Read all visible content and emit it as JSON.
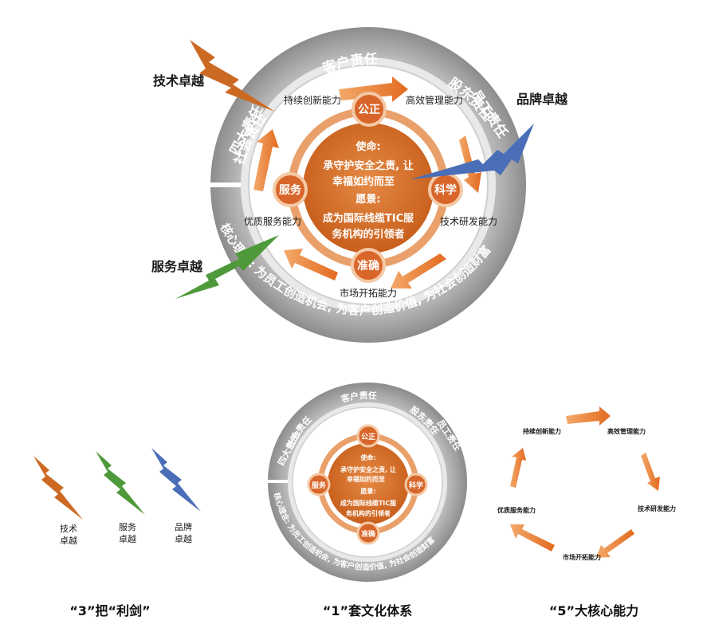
{
  "main_diagram": {
    "outer_ring_top": [
      "社会责任",
      "客户责任",
      "股东责任"
    ],
    "outer_ring_left": "四大责任:",
    "outer_ring_right": "员工责任",
    "outer_ring_bottom": "核心理念: 为员工创造机会, 为客户创造价值, 为社会创造财富",
    "nodes": {
      "top": "公正",
      "right": "科学",
      "bottom": "准确",
      "left": "服务"
    },
    "capabilities": {
      "top_left": "持续创新能力",
      "top_right": "高效管理能力",
      "right": "技术研发能力",
      "bottom": "市场开拓能力",
      "left": "优质服务能力"
    },
    "center": {
      "mission_title": "使命:",
      "mission_line1": "承守护安全之责, 让",
      "mission_line2": "幸福如约而至",
      "vision_title": "愿景:",
      "vision_line1": "成为国际线缆TIC服",
      "vision_line2": "务机构的引领者"
    },
    "swords": {
      "tech": "技术卓越",
      "brand": "品牌卓越",
      "service": "服务卓越"
    }
  },
  "bottom_left": {
    "items": [
      {
        "line1": "技术",
        "line2": "卓越"
      },
      {
        "line1": "服务",
        "line2": "卓越"
      },
      {
        "line1": "品牌",
        "line2": "卓越"
      }
    ],
    "caption": "“3”把“利剑”"
  },
  "bottom_middle": {
    "caption": "“1”套文化体系"
  },
  "bottom_right": {
    "capabilities": [
      "持续创新能力",
      "高效管理能力",
      "技术研发能力",
      "市场开拓能力",
      "优质服务能力"
    ],
    "caption": "“5”大核心能力"
  },
  "colors": {
    "orange": "#e07b39",
    "dark_orange": "#c9651f",
    "green": "#4e9a3a",
    "blue": "#4a6fb8",
    "ring_gray": "#a6a6a6"
  }
}
